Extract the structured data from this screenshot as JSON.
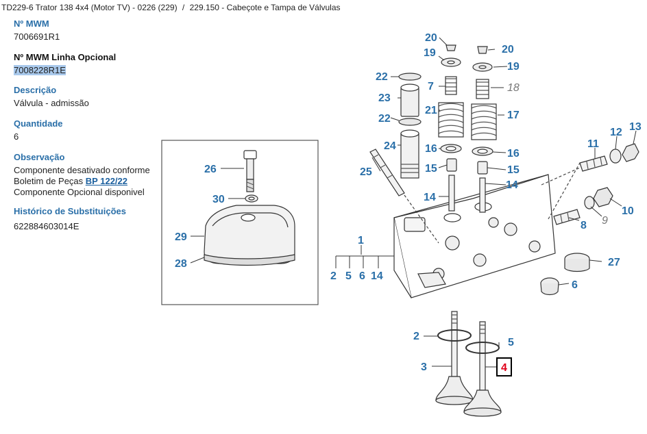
{
  "breadcrumb": {
    "model": "TD229-6 Trator 138 4x4 (Motor TV) - 0226 (229)",
    "separator": "/",
    "section": "229.150 - Cabeçote e Tampa de Válvulas"
  },
  "details": {
    "mwm_label": "Nº MWM",
    "mwm_value": "7006691R1",
    "optional_label": "Nº MWM Linha Opcional",
    "optional_value": "7008228R1E",
    "description_label": "Descrição",
    "description_value": "Válvula - admissão",
    "quantity_label": "Quantidade",
    "quantity_value": "6",
    "note_label": "Observação",
    "note_line1": "Componente desativado conforme",
    "note_line2_prefix": "Boletim de Peças",
    "note_link": "BP 122/22",
    "note_line3": "Componente Opcional disponivel",
    "history_label": "Histórico de Substituições",
    "history_value": "622884603014E"
  },
  "diagram": {
    "callouts": {
      "n20a": "20",
      "n20b": "20",
      "n19a": "19",
      "n19b": "19",
      "n22a": "22",
      "n22b": "22",
      "n23": "23",
      "n7": "7",
      "n18": "18",
      "n21": "21",
      "n17": "17",
      "n24": "24",
      "n16a": "16",
      "n16b": "16",
      "n15a": "15",
      "n15b": "15",
      "n25": "25",
      "n14a": "14",
      "n14b": "14",
      "n14c": "14",
      "n11": "11",
      "n12": "12",
      "n13": "13",
      "n9": "9",
      "n8": "8",
      "n10": "10",
      "n1": "1",
      "n2a": "2",
      "n5a": "5",
      "n6a": "6",
      "n27": "27",
      "n6b": "6",
      "n2b": "2",
      "n5b": "5",
      "n3": "3",
      "n4": "4",
      "n26": "26",
      "n30": "30",
      "n29": "29",
      "n28": "28"
    },
    "colors": {
      "callout": "#2a6fa8",
      "selected": "#e0001a",
      "italic": "#777777"
    }
  }
}
